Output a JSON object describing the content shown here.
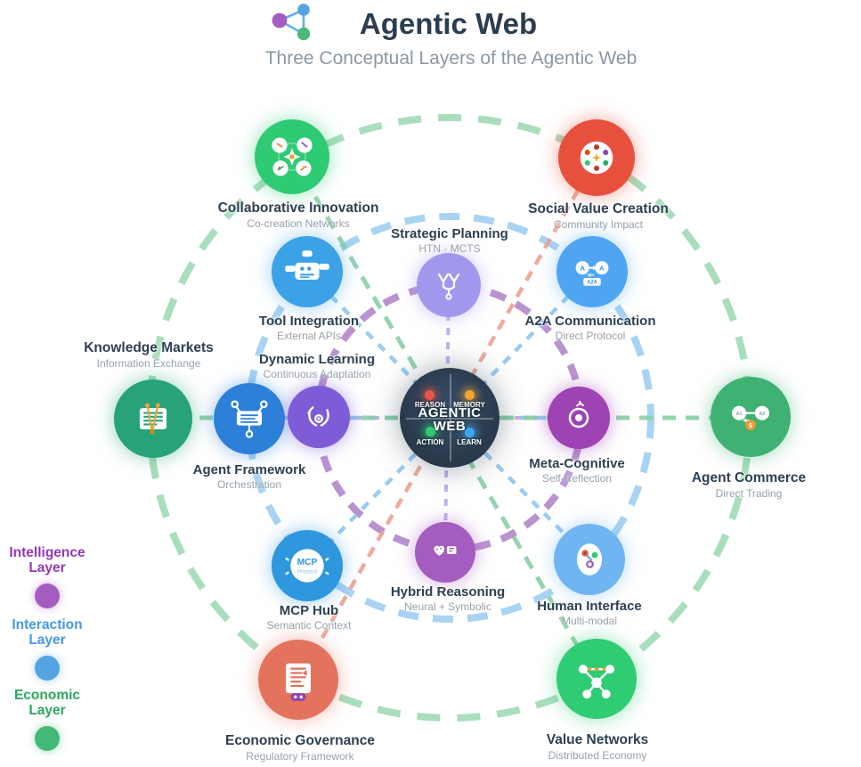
{
  "header": {
    "title": "Agentic Web",
    "subtitle": "Three Conceptual Layers of the Agentic Web"
  },
  "center": {
    "line1": "AGENTIC",
    "line2": "WEB",
    "quadrants": [
      {
        "label": "REASON",
        "color": "#e8564a"
      },
      {
        "label": "MEMORY",
        "color": "#f2a531"
      },
      {
        "label": "ACTION",
        "color": "#30cd71"
      },
      {
        "label": "LEARN",
        "color": "#3da6f0"
      }
    ]
  },
  "layers": [
    {
      "name": "Intelligence Layer",
      "color": "#9438b8",
      "ring_color": "#ad7fc8"
    },
    {
      "name": "Interaction Layer",
      "color": "#4598e8",
      "ring_color": "#92c8f0"
    },
    {
      "name": "Economic Layer",
      "color": "#2aa85c",
      "ring_color": "#93d6ab"
    }
  ],
  "legend": {
    "items": [
      {
        "label": "Intelligence Layer",
        "color": "#9438b8",
        "dot_color": "#a55cc0"
      },
      {
        "label": "Interaction Layer",
        "color": "#4598e8",
        "dot_color": "#54a4e4"
      },
      {
        "label": "Economic Layer",
        "color": "#2aa85c",
        "dot_color": "#44b877"
      }
    ]
  },
  "nodes": {
    "strategic_planning": {
      "label": "Strategic Planning",
      "sublabel": "HTN · MCTS",
      "layer": "Intelligence",
      "color": "#a198ee"
    },
    "dynamic_learning": {
      "label": "Dynamic Learning",
      "sublabel": "Continuous Adaptation",
      "layer": "Intelligence",
      "color": "#7e5cd8"
    },
    "meta_cognitive": {
      "label": "Meta-Cognitive",
      "sublabel": "Self-Reflection",
      "layer": "Intelligence",
      "color": "#9d43b3"
    },
    "hybrid_reasoning": {
      "label": "Hybrid Reasoning",
      "sublabel": "Neural + Symbolic",
      "layer": "Intelligence",
      "color": "#a55cc0"
    },
    "tool_integration": {
      "label": "Tool Integration",
      "sublabel": "External APIs",
      "layer": "Interaction",
      "color": "#3ba2e8"
    },
    "a2a_communication": {
      "label": "A2A Communication",
      "sublabel": "Direct Protocol",
      "layer": "Interaction",
      "color": "#4fa5f2",
      "icon_a1": "A",
      "icon_a2": "A",
      "icon_badge": "A2A"
    },
    "agent_framework": {
      "label": "Agent Framework",
      "sublabel": "Orchestration",
      "layer": "Interaction",
      "color": "#2c80d8"
    },
    "mcp_hub": {
      "label": "MCP Hub",
      "sublabel": "Semantic Context",
      "layer": "Interaction",
      "color": "#2f97dd",
      "icon_title": "MCP",
      "icon_sub": "Protocol"
    },
    "human_interface": {
      "label": "Human Interface",
      "sublabel": "Multi-modal",
      "layer": "Interaction",
      "color": "#6fb5f2"
    },
    "collaborative_innovation": {
      "label": "Collaborative Innovation",
      "sublabel": "Co-creation Networks",
      "layer": "Economic",
      "color": "#2fca74"
    },
    "social_value_creation": {
      "label": "Social Value Creation",
      "sublabel": "Community Impact",
      "layer": "Economic",
      "color": "#e8503e"
    },
    "knowledge_markets": {
      "label": "Knowledge Markets",
      "sublabel": "Information Exchange",
      "layer": "Economic",
      "color": "#27a279"
    },
    "agent_commerce": {
      "label": "Agent Commerce",
      "sublabel": "Direct Trading",
      "layer": "Economic",
      "color": "#3fb173",
      "icon_a1": "A1",
      "icon_a2": "A2",
      "icon_coin": "$"
    },
    "economic_governance": {
      "label": "Economic Governance",
      "sublabel": "Regulatory Framework",
      "layer": "Economic",
      "color": "#e3735d"
    },
    "value_networks": {
      "label": "Value Networks",
      "sublabel": "Distributed Economy",
      "layer": "Economic",
      "color": "#2fcc74"
    }
  }
}
